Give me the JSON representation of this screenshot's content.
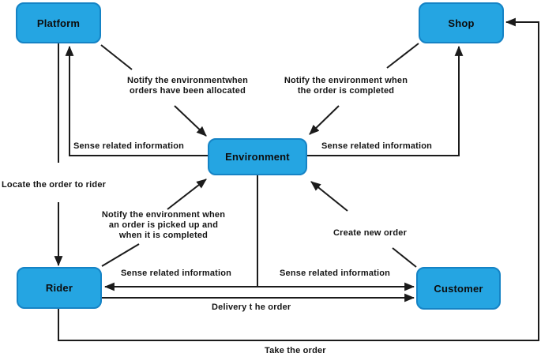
{
  "diagram": {
    "title": "Delivery multi-agent system diagram",
    "nodes": {
      "platform": {
        "label": "Platform"
      },
      "shop": {
        "label": "Shop"
      },
      "environment": {
        "label": "Environment"
      },
      "rider": {
        "label": "Rider"
      },
      "customer": {
        "label": "Customer"
      }
    },
    "labels": {
      "notify_allocated": "Notify the environmentwhen\norders have been allocated",
      "notify_completed": "Notify the environment when\nthe order is completed",
      "sense_platform": "Sense related information",
      "sense_shop": "Sense related information",
      "locate_order": "Locate the order to rider",
      "notify_pickup": "Notify the environment when\nan order is picked up and\nwhen it is completed",
      "create_order": "Create new order",
      "sense_rider": "Sense related information",
      "sense_customer": "Sense related information",
      "delivery": "Delivery t he order",
      "take_order": "Take the order"
    },
    "colors": {
      "node_fill": "#25A5E2",
      "node_border": "#1583C5",
      "line": "#1B1B1B",
      "text": "#141414",
      "background": "#FFFFFF"
    }
  }
}
